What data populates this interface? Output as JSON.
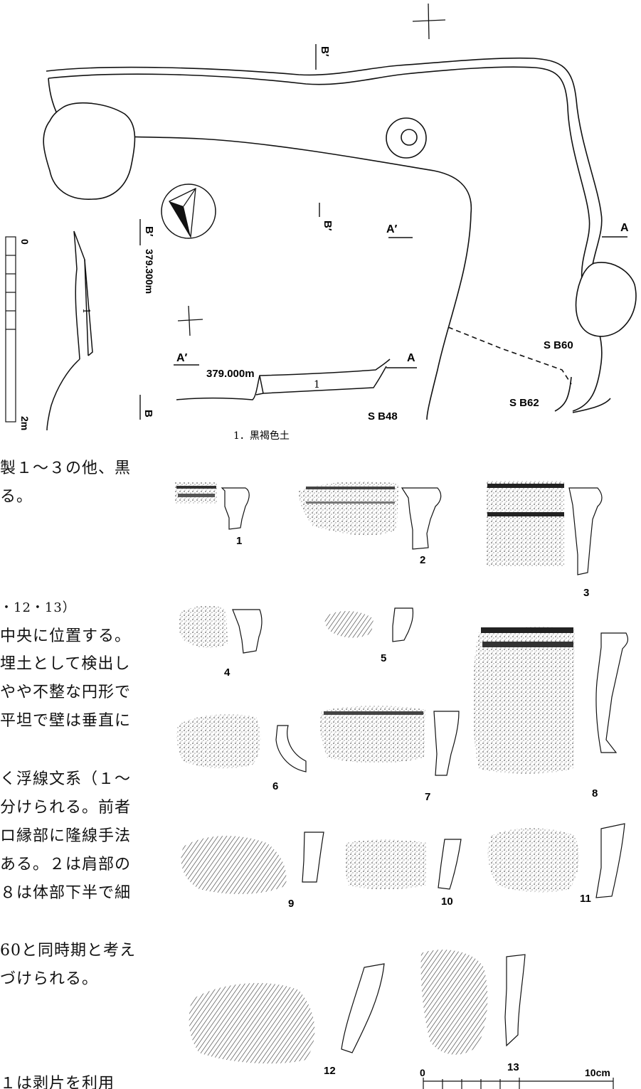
{
  "plan": {
    "labels": {
      "b_prime_top": "B′",
      "b_prime_mid": "B′",
      "a_prime_mid": "A′",
      "a_right": "A",
      "b_prime_left": "B′",
      "a_prime_sec": "A′",
      "a_sec": "A",
      "b_bottom": "B",
      "sb60": "S B60",
      "sb62": "S B62",
      "sb48": "S B48",
      "elev_horizontal": "379.000m",
      "elev_vertical": "379.300m",
      "layer_mark": "1",
      "layer_mark_vert": "1",
      "legend": "1．黒褐色土",
      "scale_zero": "0",
      "scale_two": "2m"
    }
  },
  "body_text": [
    "製１～３の他、黒",
    "る。",
    "・12・13）",
    "中央に位置する。",
    "埋土として検出し",
    "やや不整な円形で",
    "平坦で壁は垂直に",
    "く浮線文系（１～",
    "分けられる。前者",
    "ロ縁部に隆線手法",
    "ある。２は肩部の",
    "８は体部下半で細",
    "60と同時期と考え",
    "づけられる。",
    "１は剥片を利用"
  ],
  "sherds": [
    "1",
    "2",
    "3",
    "4",
    "5",
    "6",
    "7",
    "8",
    "9",
    "10",
    "11",
    "12",
    "13"
  ],
  "scale_bar": {
    "zero": "0",
    "end": "10cm"
  }
}
